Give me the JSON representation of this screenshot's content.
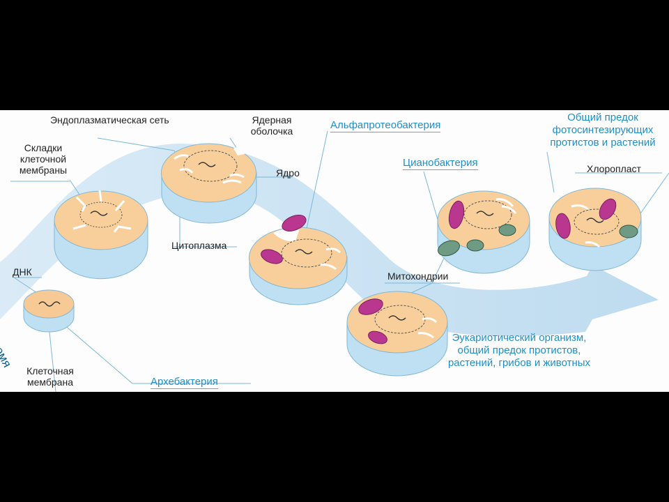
{
  "labels": {
    "er": "Эндоплазматическая сеть",
    "nuclear_envelope": "Ядерная оболочка",
    "folds": "Складки клеточной мембраны",
    "nucleus": "Ядро",
    "cytoplasm": "Цитоплазма",
    "dna": "ДНК",
    "cell_membrane": "Клеточная мембрана",
    "mitochondria": "Митохондрии",
    "chloroplast": "Хлоропласт"
  },
  "organisms": {
    "alphaproteobacterium": "Альфапротеобактерия",
    "cyanobacterium": "Цианобактерия",
    "plant_ancestor": "Общий предок фотосинтезирующих протистов и растений",
    "eukaryote": "Эукариотический организм, общий предок протистов, растений, грибов и животных",
    "archaebacterium": "Архебактерия"
  },
  "axis": {
    "time": "Время"
  },
  "colors": {
    "membrane_blue": "#b8dcef",
    "cytoplasm_orange": "#f8cf9a",
    "mitochondria_magenta": "#b9378e",
    "chloroplast_green": "#6f9a84",
    "label_blue": "#1d8fc8",
    "arrow_blue": "#cfe4f3"
  }
}
